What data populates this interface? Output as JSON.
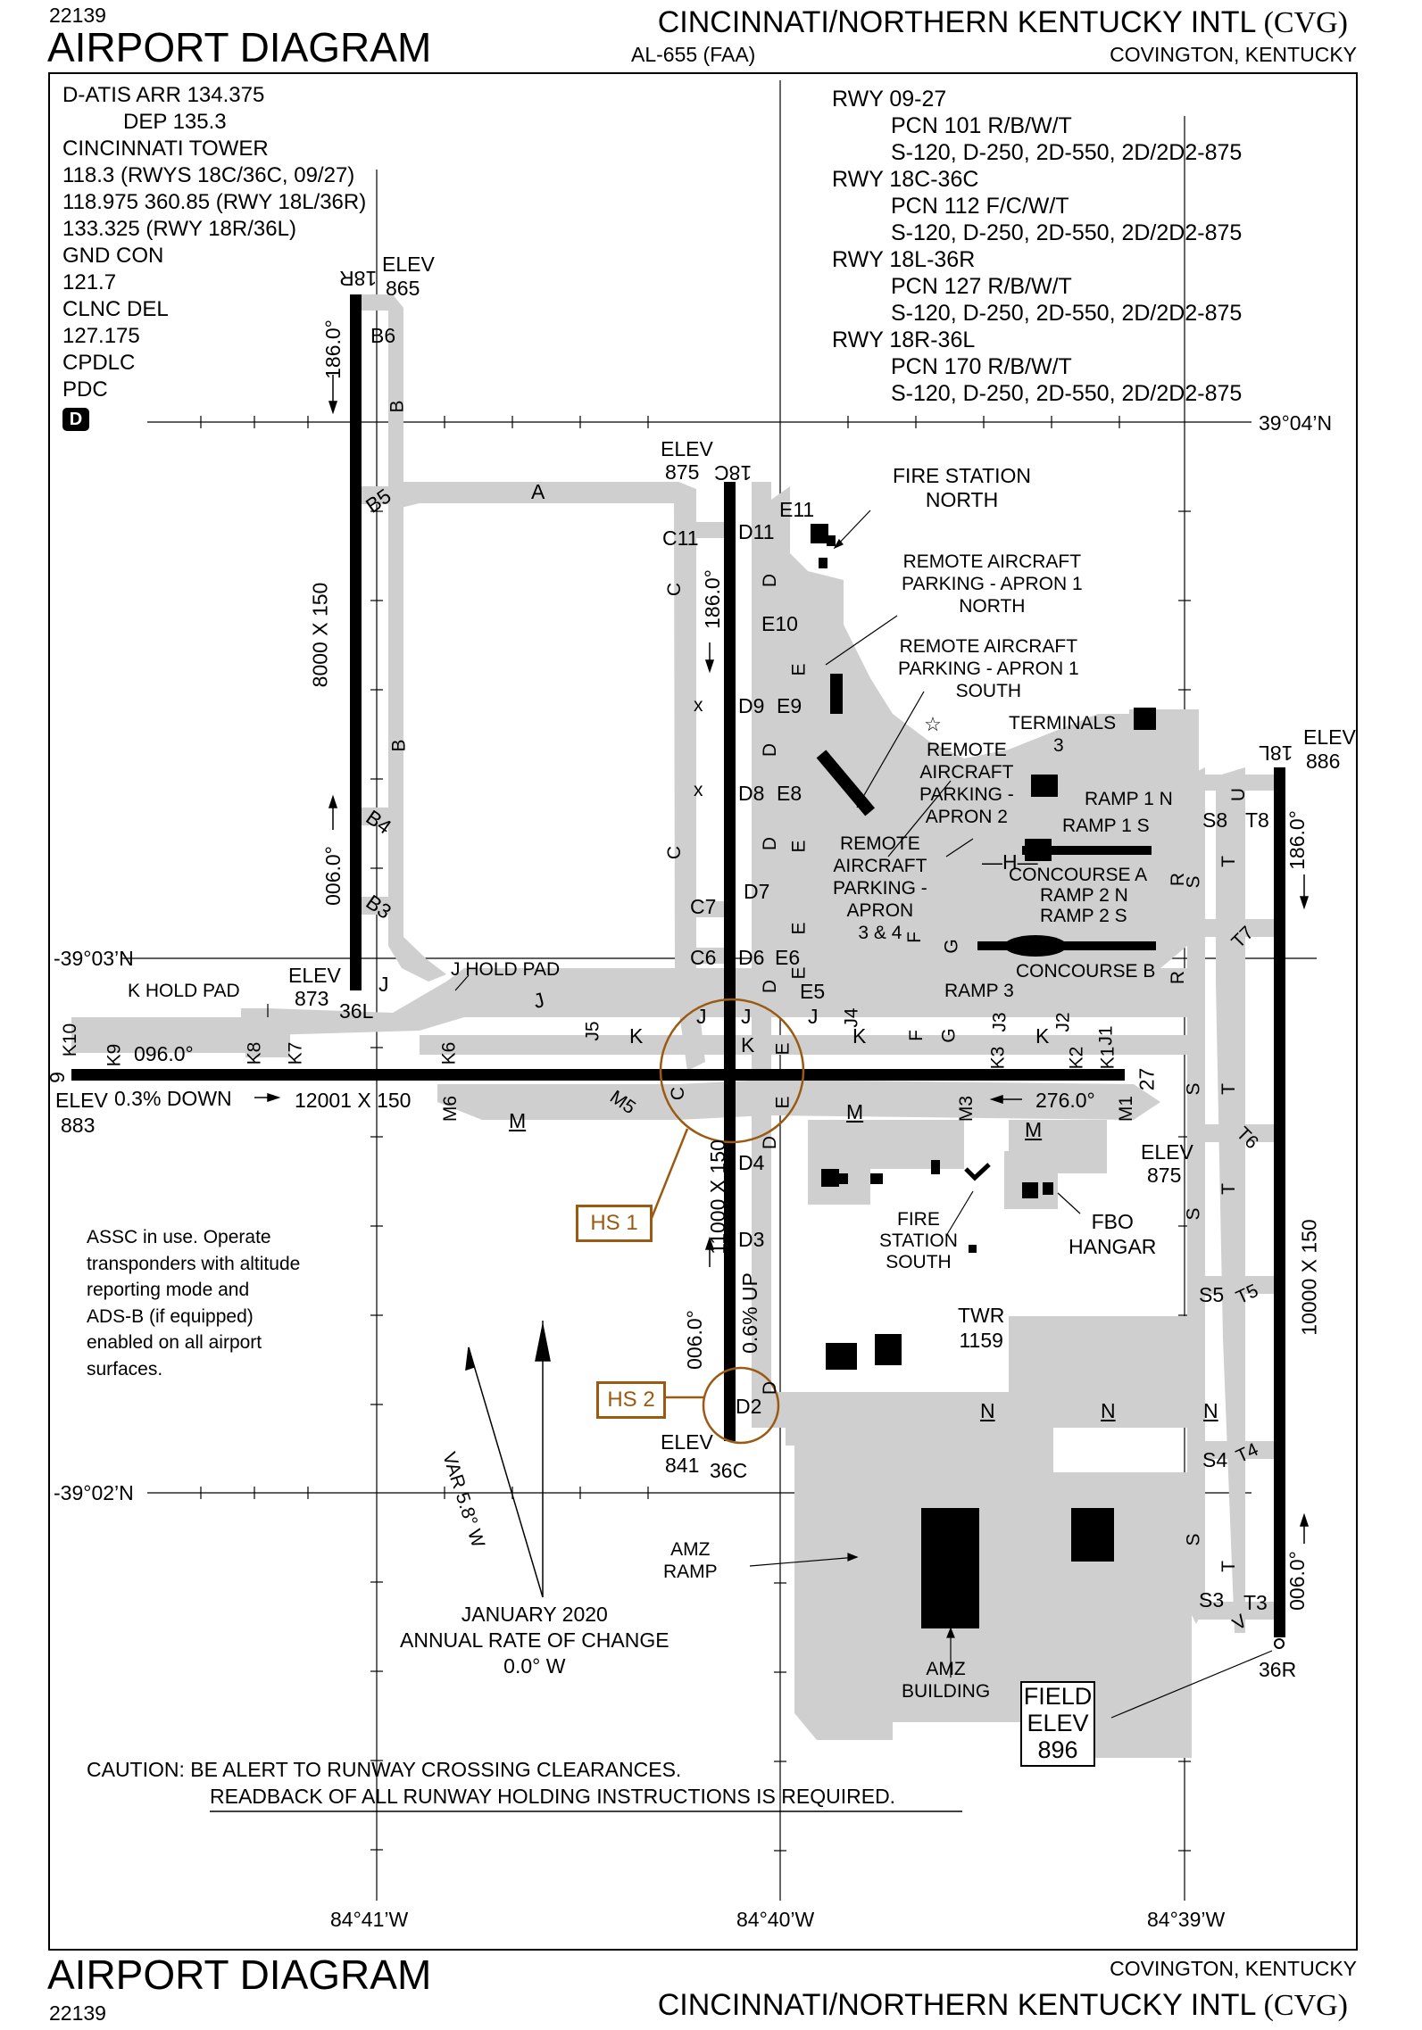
{
  "header": {
    "chart_number": "22139",
    "chart_title": "AIRPORT DIAGRAM",
    "airport_name": "CINCINNATI/NORTHERN KENTUCKY INTL",
    "airport_id": "(CVG)",
    "procedure_id": "AL-655 (FAA)",
    "location": "COVINGTON, KENTUCKY"
  },
  "comms": {
    "atis_arr": "D-ATIS ARR 134.375",
    "atis_dep": "DEP 135.3",
    "tower_label": "CINCINNATI TOWER",
    "tower_1": "118.3 (RWYS 18C/36C, 09/27)",
    "tower_2": "118.975 360.85 (RWY 18L/36R)",
    "tower_3": "133.325 (RWY 18R/36L)",
    "gnd_label": "GND CON",
    "gnd_freq": "121.7",
    "clnc_label": "CLNC DEL",
    "clnc_freq": "127.175",
    "cpdlc": "CPDLC",
    "pdc": "PDC",
    "d_symbol": "D"
  },
  "runway_info": [
    {
      "rwy": "RWY 09-27",
      "pcn": "PCN 101 R/B/W/T",
      "wt": "S-120, D-250, 2D-550, 2D/2D2-875"
    },
    {
      "rwy": "RWY 18C-36C",
      "pcn": "PCN 112 F/C/W/T",
      "wt": "S-120, D-250, 2D-550, 2D/2D2-875"
    },
    {
      "rwy": "RWY 18L-36R",
      "pcn": "PCN 127 R/B/W/T",
      "wt": "S-120, D-250, 2D-550, 2D/2D2-875"
    },
    {
      "rwy": "RWY 18R-36L",
      "pcn": "PCN 170 R/B/W/T",
      "wt": "S-120, D-250, 2D-550, 2D/2D2-875"
    }
  ],
  "grid": {
    "lat_top": "39°04’N",
    "lat_mid": "-39°03’N",
    "lat_bot": "-39°02’N",
    "lon_left": "84°41’W",
    "lon_mid": "84°40’W",
    "lon_right": "84°39’W"
  },
  "runways": {
    "r18r_end": "18R",
    "r36l_end": "36L",
    "r18r_elev_label": "ELEV",
    "r18r_elev": "865",
    "r36l_elev_label": "ELEV",
    "r36l_elev": "873",
    "r18r_hdg": "186.0°",
    "r36l_hdg": "006.0°",
    "r18r_dim": "8000 X 150",
    "r18c_end": "18C",
    "r36c_end": "36C",
    "r18c_elev_label": "ELEV",
    "r18c_elev": "875",
    "r36c_elev_label": "ELEV",
    "r36c_elev": "841",
    "r18c_hdg": "186.0°",
    "r36c_hdg": "006.0°",
    "r18c_dim": "11000 X 150",
    "r18c_slope": "0.6% UP",
    "r18l_end": "18L",
    "r36r_end": "36R",
    "r18l_elev_label": "ELEV",
    "r18l_elev": "886",
    "r18l_hdg": "186.0°",
    "r36r_hdg": "006.0°",
    "r18l_dim": "10000 X 150",
    "r9_end": "9",
    "r27_end": "27",
    "r9_elev_label": "ELEV",
    "r9_elev": "883",
    "r27_elev_label": "ELEV",
    "r27_elev": "875",
    "r9_hdg": "096.0°",
    "r27_hdg": "276.0°",
    "r9_slope": "0.3% DOWN",
    "r9_dim": "12001 X 150"
  },
  "taxiways": {
    "A": "A",
    "B": "B",
    "B3": "B3",
    "B4": "B4",
    "B5": "B5",
    "B6": "B6",
    "C": "C",
    "C6": "C6",
    "C7": "C7",
    "C11": "C11",
    "D": "D",
    "D2": "D2",
    "D3": "D3",
    "D4": "D4",
    "D6": "D6",
    "D7": "D7",
    "D8": "D8",
    "D9": "D9",
    "D11": "D11",
    "E": "E",
    "E5": "E5",
    "E6": "E6",
    "E8": "E8",
    "E9": "E9",
    "E10": "E10",
    "E11": "E11",
    "F": "F",
    "G": "G",
    "H": "H",
    "J": "J",
    "J1": "J1",
    "J2": "J2",
    "J3": "J3",
    "J4": "J4",
    "J5": "J5",
    "K": "K",
    "K1": "K1",
    "K2": "K2",
    "K3": "K3",
    "K6": "K6",
    "K7": "K7",
    "K8": "K8",
    "K9": "K9",
    "K10": "K10",
    "M": "M",
    "M1": "M1",
    "M3": "M3",
    "M5": "M5",
    "M6": "M6",
    "N": "N",
    "S": "S",
    "S3": "S3",
    "S4": "S4",
    "S5": "S5",
    "S8": "S8",
    "T": "T",
    "T3": "T3",
    "T4": "T4",
    "T5": "T5",
    "T6": "T6",
    "T7": "T7",
    "T8": "T8",
    "U": "U",
    "V": "V",
    "X": "x"
  },
  "features": {
    "fire_north": "FIRE STATION\nNORTH",
    "remote_a1n": "REMOTE AIRCRAFT\nPARKING - APRON 1\nNORTH",
    "remote_a1s": "REMOTE AIRCRAFT\nPARKING - APRON 1\nSOUTH",
    "terminals": "TERMINALS",
    "terminals_3": "3",
    "remote_a2": "REMOTE\nAIRCRAFT\nPARKING -\nAPRON 2",
    "ramp1n": "RAMP 1 N",
    "ramp1s": "RAMP 1 S",
    "concourse_a": "CONCOURSE A",
    "ramp2n": "RAMP 2 N",
    "ramp2s": "RAMP 2 S",
    "remote_a34": "REMOTE\nAIRCRAFT\nPARKING -\nAPRON\n3 & 4",
    "concourse_b": "CONCOURSE B",
    "ramp3": "RAMP 3",
    "j_hold": "J HOLD PAD",
    "k_hold": "K HOLD PAD",
    "fire_south": "FIRE\nSTATION\nSOUTH",
    "fbo": "FBO\nHANGAR",
    "twr": "TWR\n1159",
    "amz_ramp": "AMZ\nRAMP",
    "amz_bldg": "AMZ\nBUILDING",
    "field_elev": "FIELD\nELEV\n896",
    "hs1": "HS 1",
    "hs2": "HS 2"
  },
  "notes": {
    "assc": "ASSC in use. Operate\ntransponders with altitude\nreporting mode and\nADS-B (if equipped)\nenabled on all airport\nsurfaces.",
    "var": "VAR 5.8° W",
    "rate": "JANUARY 2020\nANNUAL RATE OF CHANGE\n0.0° W",
    "caution1": "CAUTION: BE ALERT TO RUNWAY CROSSING CLEARANCES.",
    "caution2": "READBACK OF ALL RUNWAY HOLDING INSTRUCTIONS IS REQUIRED."
  },
  "colors": {
    "pavement": "#cfcfcf",
    "runway": "#000000",
    "hot_spot": "#9a5a12",
    "frame": "#000000"
  }
}
